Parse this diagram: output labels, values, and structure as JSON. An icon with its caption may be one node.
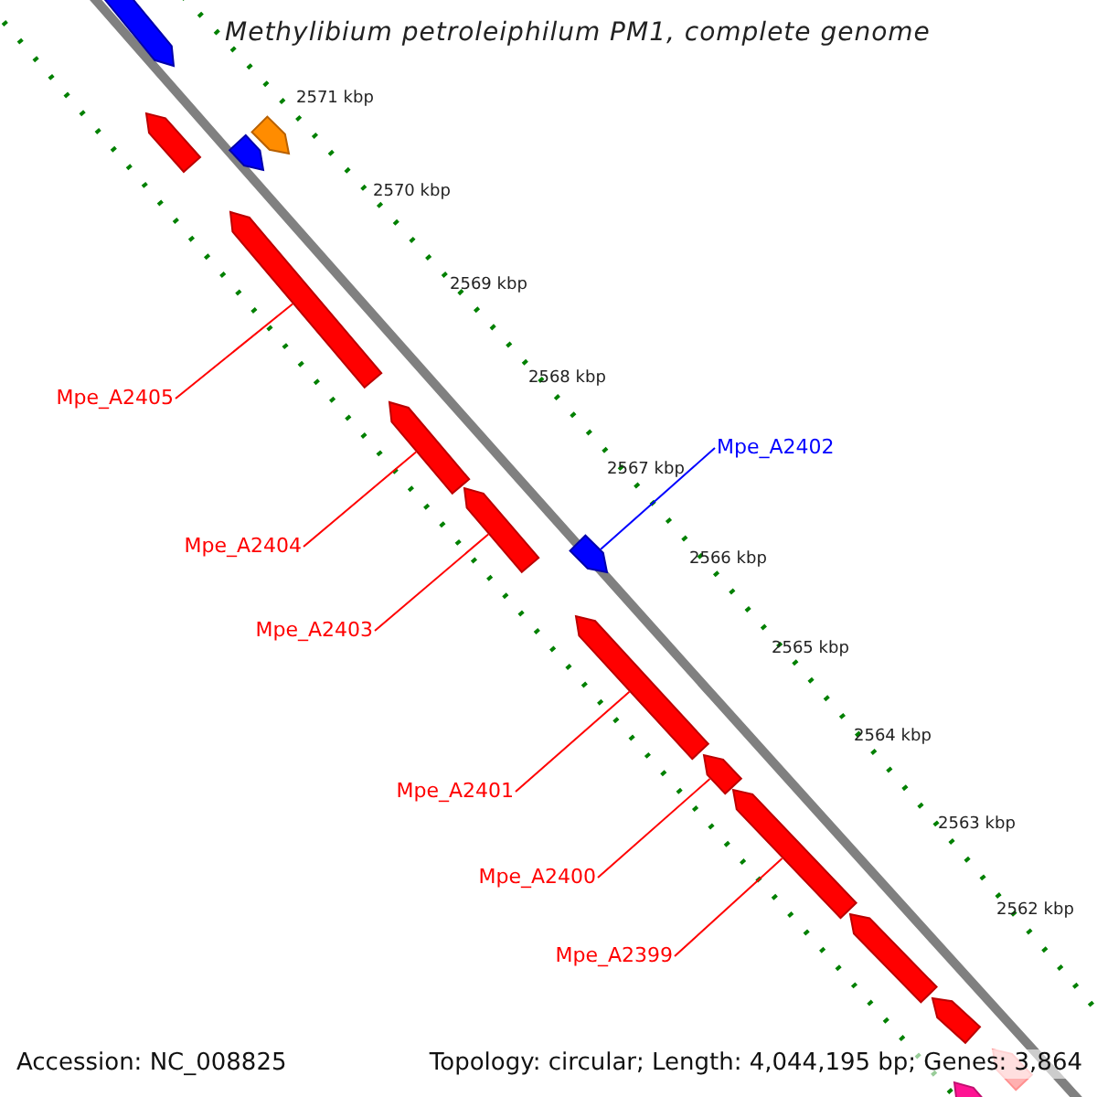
{
  "diagram": {
    "title": "Methylibium petroleiphilum PM1, complete genome",
    "nodes": [
      {
        "text": [
          "Mpe_A2405"
        ]
      },
      {
        "text": [
          "Mpe_A2402"
        ]
      },
      {
        "text": [
          "Mpe_A2404"
        ]
      },
      {
        "text": [
          "Mpe_A2403"
        ]
      },
      {
        "text": [
          "Mpe_A2401"
        ]
      },
      {
        "text": [
          "Mpe_A2400"
        ]
      },
      {
        "text": [
          "Mpe_A2399"
        ]
      },
      {
        "text": [],
        "shape": "bar"
      },
      {
        "text": [],
        "shape": "bar"
      },
      {
        "text": [],
        "shape": "bar"
      },
      {
        "text": [],
        "shape": "bar"
      },
      {
        "text": [],
        "shape": "bar"
      },
      {
        "text": [],
        "shape": "bar"
      },
      {
        "text": [],
        "shape": "bar"
      },
      {
        "text": [],
        "shape": "bar"
      },
      {
        "text": [],
        "shape": "bar"
      },
      {
        "text": [],
        "shape": "bar"
      },
      {
        "text": [],
        "shape": "bar"
      },
      {
        "text": [],
        "shape": "bar"
      },
      {
        "text": [],
        "shape": "bar"
      },
      {
        "text": [],
        "shape": "bar"
      },
      {
        "text": [],
        "shape": "bar"
      }
    ],
    "edges": [
      {
        "from": 0,
        "to": 11,
        "arrow": "none"
      },
      {
        "from": 1,
        "to": 14,
        "arrow": "none",
        "color": "#0000ff"
      },
      {
        "from": 2,
        "to": 12,
        "arrow": "none"
      },
      {
        "from": 3,
        "to": 13,
        "arrow": "none"
      },
      {
        "from": 4,
        "to": 15,
        "arrow": "none"
      },
      {
        "from": 5,
        "to": 16,
        "arrow": "none"
      },
      {
        "from": 6,
        "to": 17,
        "arrow": "none"
      }
    ],
    "labels": [
      "2571 kbp",
      "2570 kbp",
      "2569 kbp",
      "2568 kbp",
      "2567 kbp",
      "2566 kbp",
      "2565 kbp",
      "2564 kbp",
      "2563 kbp",
      "2562 kbp",
      "Accession: NC_008825",
      "Topology: circular; Length: 4,044,195 bp; Genes: 3,864"
    ]
  }
}
